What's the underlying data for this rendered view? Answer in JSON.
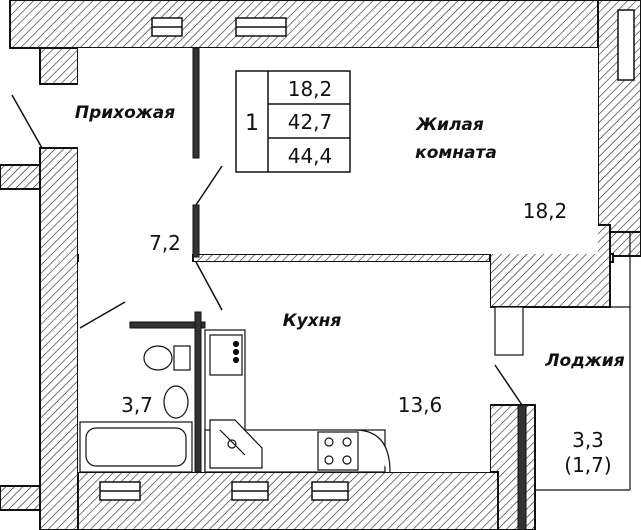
{
  "summary_table": {
    "rooms_count": "1",
    "living_area": "18,2",
    "total_area": "42,7",
    "total_area_with_loggia": "44,4"
  },
  "rooms": {
    "hallway": {
      "name": "Прихожая",
      "area": "7,2"
    },
    "living_room": {
      "name_line1": "Жилая",
      "name_line2": "комната",
      "area": "18,2"
    },
    "kitchen": {
      "name": "Кухня",
      "area": "13,6"
    },
    "bathroom": {
      "area": "3,7"
    },
    "loggia": {
      "name": "Лоджия",
      "area": "3,3",
      "area_reduced": "(1,7)"
    }
  },
  "colors": {
    "ink": "#111111",
    "wall_hatch": "#222222",
    "background": "#ffffff"
  }
}
